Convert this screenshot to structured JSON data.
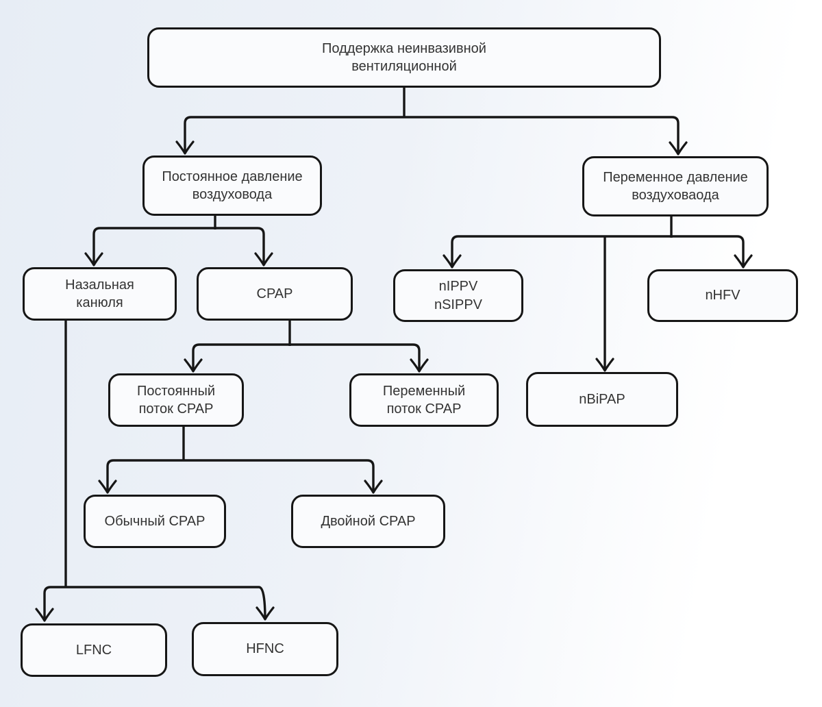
{
  "diagram": {
    "type": "flowchart",
    "nodes": {
      "root": {
        "label": "Поддержка неинвазивной\nвентиляционной"
      },
      "constPressure": {
        "label": "Постоянное давление\nвоздуховода"
      },
      "varPressure": {
        "label": "Переменное давление\nвоздуховаода"
      },
      "nasalCannula": {
        "label": "Назальная\nканюля"
      },
      "cpap": {
        "label": "CPAP"
      },
      "nippv": {
        "label": "nIPPV\nnSIPPV"
      },
      "nhfv": {
        "label": "nHFV"
      },
      "constFlow": {
        "label": "Постоянный\nпоток CPAP"
      },
      "varFlow": {
        "label": "Переменный\nпоток CPAP"
      },
      "nbipap": {
        "label": "nBiPAP"
      },
      "regularCpap": {
        "label": "Обычный CPAP"
      },
      "doubleCpap": {
        "label": "Двойной CPAP"
      },
      "lfnc": {
        "label": "LFNC"
      },
      "hfnc": {
        "label": "HFNC"
      }
    },
    "edges": [
      [
        "root",
        "constPressure"
      ],
      [
        "root",
        "varPressure"
      ],
      [
        "constPressure",
        "nasalCannula"
      ],
      [
        "constPressure",
        "cpap"
      ],
      [
        "varPressure",
        "nippv"
      ],
      [
        "varPressure",
        "nbipap"
      ],
      [
        "varPressure",
        "nhfv"
      ],
      [
        "cpap",
        "constFlow"
      ],
      [
        "cpap",
        "varFlow"
      ],
      [
        "constFlow",
        "regularCpap"
      ],
      [
        "constFlow",
        "doubleCpap"
      ],
      [
        "nasalCannula",
        "lfnc"
      ],
      [
        "nasalCannula",
        "hfnc"
      ]
    ],
    "colors": {
      "line": "#161616",
      "text": "#333333",
      "box_bg": "#fafbfd",
      "bg_from": "#e7edf5",
      "bg_mid": "#eef2f8",
      "bg_to": "#ffffff"
    }
  }
}
